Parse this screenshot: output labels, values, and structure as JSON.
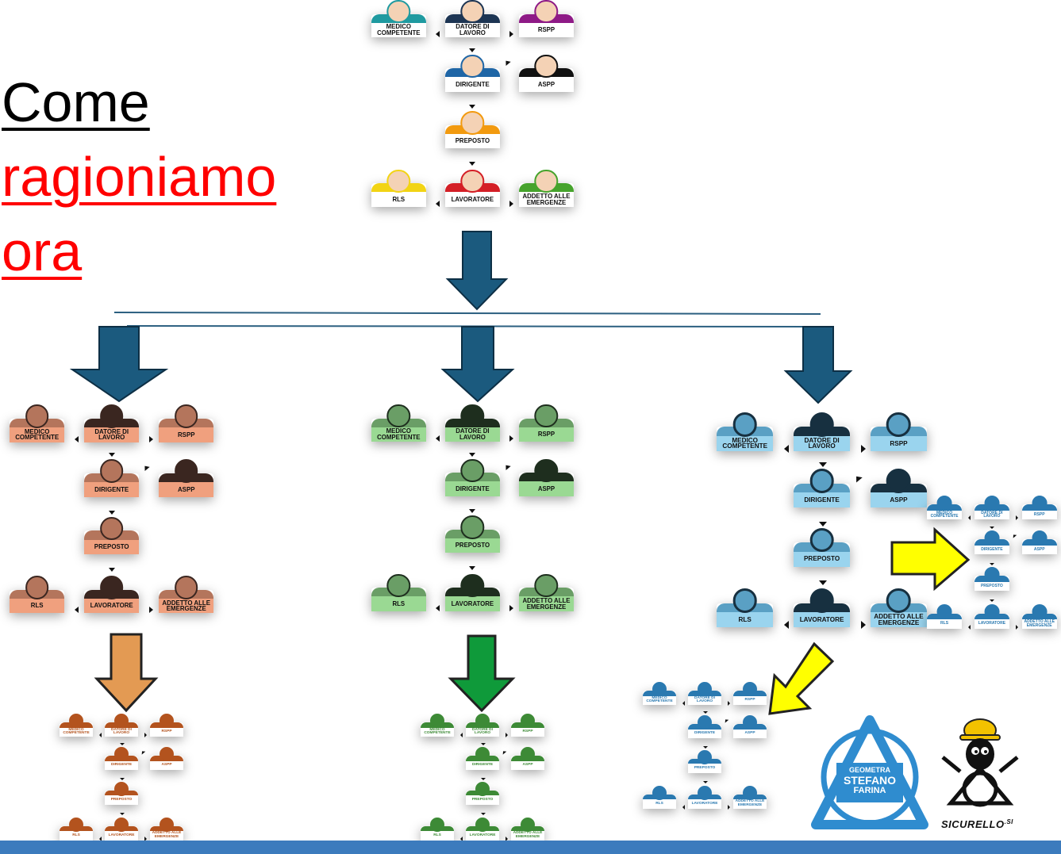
{
  "heading": {
    "line1": "Come",
    "line2": "ragioniamo",
    "line3": "ora"
  },
  "roles": {
    "medico": "MEDICO COMPETENTE",
    "datore": "DATORE DI LAVORO",
    "rspp": "RSPP",
    "dirigente": "DIRIGENTE",
    "aspp": "ASPP",
    "preposto": "PREPOSTO",
    "rls": "RLS",
    "lavoratore": "LAVORATORE",
    "addetto": "ADDETTO ALLE EMERGENZE"
  },
  "logo": {
    "line1": "GEOMETRA",
    "line2": "STEFANO",
    "line3": "FARINA",
    "brand": "SICURELLO",
    "brand_suffix": ".SI"
  },
  "colors": {
    "arrow_main": "#1b5a7e",
    "arrow_orange": "#e39a53",
    "arrow_green": "#0f9a3a",
    "arrow_yellow": "#ffff00",
    "footer": "#3c7bbd",
    "heading_black": "#000000",
    "heading_red": "#ff0000"
  },
  "charts": [
    {
      "name": "org-main",
      "theme": "color"
    },
    {
      "name": "org-orange",
      "theme": "orange"
    },
    {
      "name": "org-green",
      "theme": "green"
    },
    {
      "name": "org-blue",
      "theme": "blue"
    }
  ]
}
